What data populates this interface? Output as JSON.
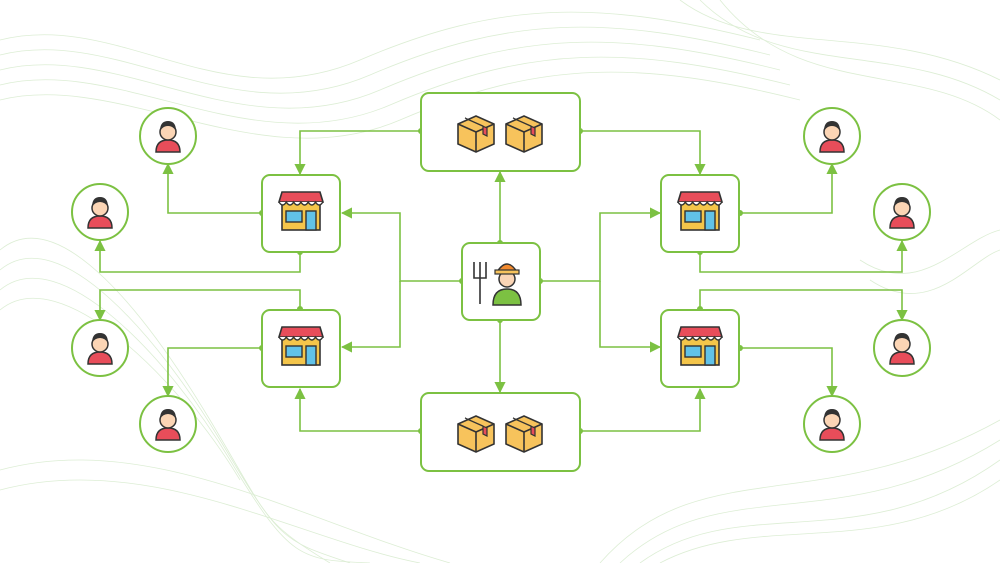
{
  "diagram": {
    "accent_color": "#7cc142",
    "line_color": "#7cc142",
    "background_color": "#ffffff",
    "background_pattern_color": "#d9ecd0",
    "nodes": [
      {
        "id": "farmer",
        "icon": "farmer-with-pitchfork-icon"
      },
      {
        "id": "warehouse-top",
        "icon": "boxes-icon"
      },
      {
        "id": "warehouse-bottom",
        "icon": "boxes-icon"
      },
      {
        "id": "shop-top-left",
        "icon": "shop-icon"
      },
      {
        "id": "shop-bottom-left",
        "icon": "shop-icon"
      },
      {
        "id": "shop-top-right",
        "icon": "shop-icon"
      },
      {
        "id": "shop-bottom-right",
        "icon": "shop-icon"
      },
      {
        "id": "customer-1",
        "icon": "person-icon"
      },
      {
        "id": "customer-2",
        "icon": "person-icon"
      },
      {
        "id": "customer-3",
        "icon": "person-icon"
      },
      {
        "id": "customer-4",
        "icon": "person-icon"
      },
      {
        "id": "customer-5",
        "icon": "person-icon"
      },
      {
        "id": "customer-6",
        "icon": "person-icon"
      },
      {
        "id": "customer-7",
        "icon": "person-icon"
      },
      {
        "id": "customer-8",
        "icon": "person-icon"
      }
    ],
    "edges": [
      {
        "from": "farmer",
        "to": "warehouse-top"
      },
      {
        "from": "farmer",
        "to": "warehouse-bottom"
      },
      {
        "from": "farmer",
        "to": "shop-top-left"
      },
      {
        "from": "farmer",
        "to": "shop-bottom-left"
      },
      {
        "from": "farmer",
        "to": "shop-top-right"
      },
      {
        "from": "farmer",
        "to": "shop-bottom-right"
      },
      {
        "from": "warehouse-top",
        "to": "shop-top-left"
      },
      {
        "from": "warehouse-top",
        "to": "shop-top-right"
      },
      {
        "from": "warehouse-bottom",
        "to": "shop-bottom-left"
      },
      {
        "from": "warehouse-bottom",
        "to": "shop-bottom-right"
      },
      {
        "from": "shop-top-left",
        "to": "customer-1"
      },
      {
        "from": "shop-top-left",
        "to": "customer-2"
      },
      {
        "from": "shop-bottom-left",
        "to": "customer-3"
      },
      {
        "from": "shop-bottom-left",
        "to": "customer-4"
      },
      {
        "from": "shop-top-right",
        "to": "customer-5"
      },
      {
        "from": "shop-top-right",
        "to": "customer-6"
      },
      {
        "from": "shop-bottom-right",
        "to": "customer-7"
      },
      {
        "from": "shop-bottom-right",
        "to": "customer-8"
      }
    ]
  }
}
